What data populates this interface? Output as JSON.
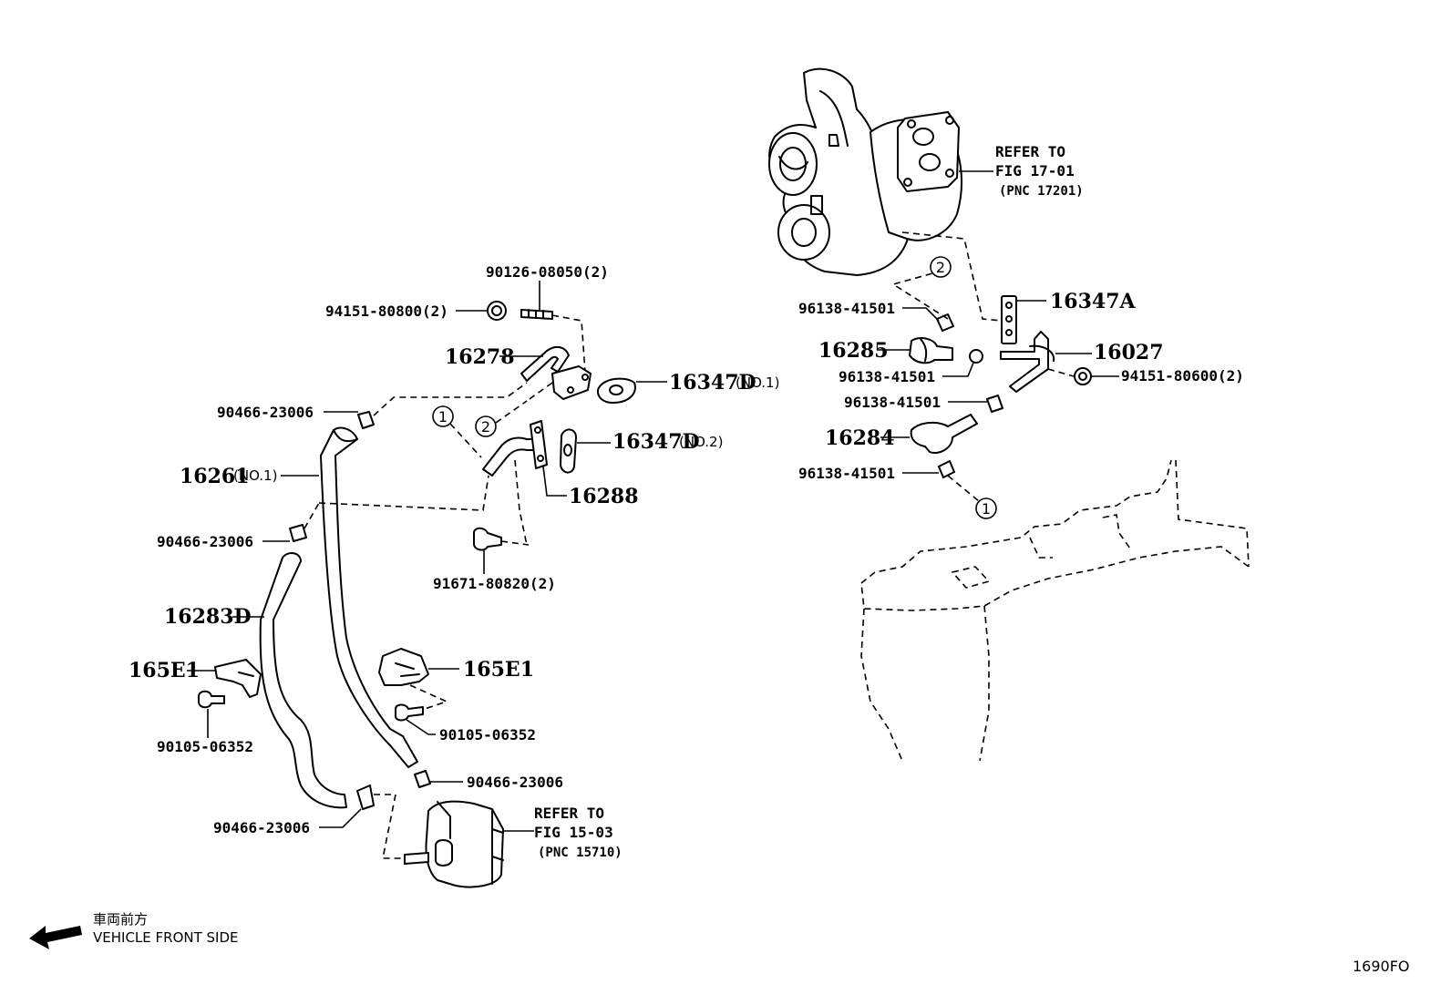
{
  "labels": {
    "p90126": "90126-08050(2)",
    "p94151a": "94151-80800(2)",
    "p16278": "16278",
    "p16347d1": "16347D",
    "p16347d1_suffix": "(NO.1)",
    "p90466_a": "90466-23006",
    "p16261": "16261",
    "p16261_suffix": "(NO.1)",
    "p16347d2": "16347D",
    "p16347d2_suffix": "(NO.2)",
    "p16288": "16288",
    "p90466_b": "90466-23006",
    "p91671": "91671-80820(2)",
    "p16283d": "16283D",
    "p165e1_left": "165E1",
    "p165e1_right": "165E1",
    "p90105_left": "90105-06352",
    "p90105_right": "90105-06352",
    "p90466_c": "90466-23006",
    "p90466_d": "90466-23006",
    "p96138_a": "96138-41501",
    "p16347a": "16347A",
    "p16285": "16285",
    "p16027": "16027",
    "p96138_b": "96138-41501",
    "p94151b": "94151-80600(2)",
    "p96138_c": "96138-41501",
    "p16284": "16284",
    "p96138_d": "96138-41501"
  },
  "references": {
    "turbo_refer": "REFER TO",
    "turbo_fig": "FIG 17-01",
    "turbo_pnc": "(PNC 17201)",
    "oil_refer": "REFER TO",
    "oil_fig": "FIG 15-03",
    "oil_pnc": "(PNC 15710)"
  },
  "markers": {
    "m1_left": "1",
    "m2_left": "2",
    "m2_right": "2",
    "m1_right": "1"
  },
  "legend": {
    "japanese": "車両前方",
    "english": "VEHICLE FRONT SIDE"
  },
  "figure_code": "1690FO"
}
